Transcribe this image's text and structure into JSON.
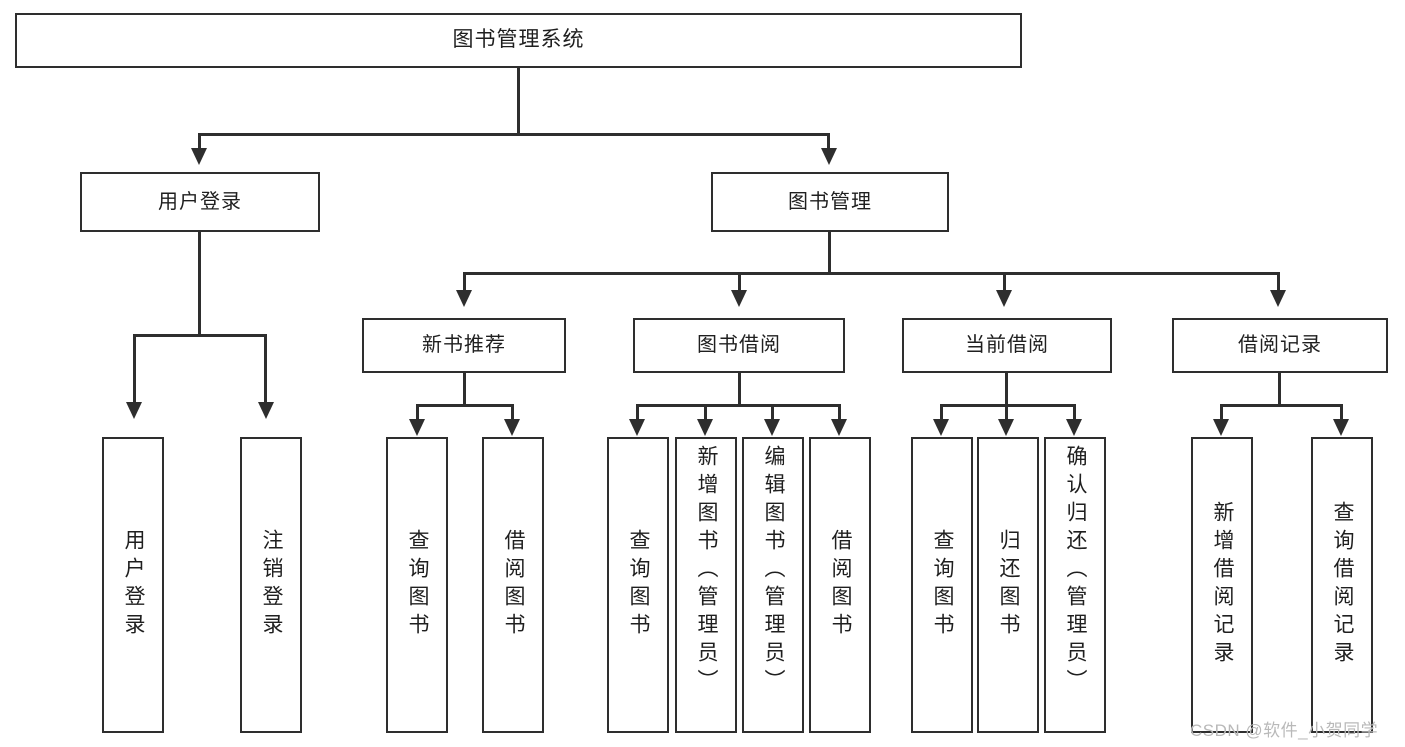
{
  "diagram": {
    "type": "tree-hierarchy-chart",
    "title": "图书管理系统",
    "background_color": "#ffffff",
    "line_color": "#2e2e2e",
    "text_color": "#1f1f1f",
    "levels": 4
  },
  "nodes": {
    "root": {
      "label": "图书管理系统"
    },
    "level2": [
      {
        "id": "user-login",
        "label": "用户登录"
      },
      {
        "id": "book-management",
        "label": "图书管理"
      }
    ],
    "level3": [
      {
        "id": "new-book-recommend",
        "label": "新书推荐"
      },
      {
        "id": "book-borrow",
        "label": "图书借阅"
      },
      {
        "id": "current-borrow",
        "label": "当前借阅"
      },
      {
        "id": "borrow-record",
        "label": "借阅记录"
      }
    ],
    "leaves": {
      "user_login": [
        {
          "id": "leaf-user-login",
          "label": "用户登录"
        },
        {
          "id": "leaf-logout",
          "label": "注销登录"
        }
      ],
      "new_book_recommend": [
        {
          "id": "leaf-query-book-1",
          "label": "查询图书"
        },
        {
          "id": "leaf-borrow-book-1",
          "label": "借阅图书"
        }
      ],
      "book_borrow": [
        {
          "id": "leaf-query-book-2",
          "label": "查询图书"
        },
        {
          "id": "leaf-add-book",
          "label": "新增图书（管理员）"
        },
        {
          "id": "leaf-edit-book",
          "label": "编辑图书（管理员）"
        },
        {
          "id": "leaf-borrow-book-2",
          "label": "借阅图书"
        }
      ],
      "current_borrow": [
        {
          "id": "leaf-query-book-3",
          "label": "查询图书"
        },
        {
          "id": "leaf-return-book",
          "label": "归还图书"
        },
        {
          "id": "leaf-confirm-return",
          "label": "确认归还（管理员）"
        }
      ],
      "borrow_record": [
        {
          "id": "leaf-add-record",
          "label": "新增借阅记录"
        },
        {
          "id": "leaf-query-record",
          "label": "查询借阅记录"
        }
      ]
    }
  },
  "watermark": {
    "text": "CSDN @软件_小贺同学"
  }
}
